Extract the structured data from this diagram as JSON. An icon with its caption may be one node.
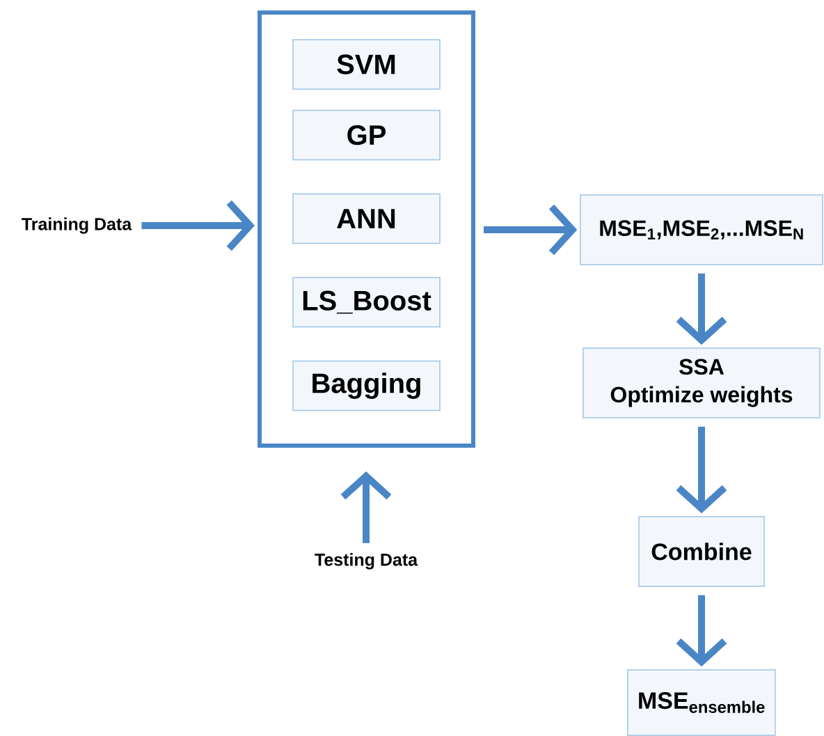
{
  "diagram": {
    "nodes": [
      {
        "text": [],
        "shape": "box"
      },
      {
        "text": [
          "SVM"
        ],
        "in": 0
      },
      {
        "text": [
          "GP"
        ],
        "in": 0
      },
      {
        "text": [
          "ANN"
        ],
        "in": 0
      },
      {
        "text": [
          "LS_Boost"
        ],
        "in": 0
      },
      {
        "text": [
          "Bagging"
        ],
        "in": 0
      },
      {
        "text": [
          "Training Data"
        ]
      },
      {
        "text": [
          "Testing Data"
        ]
      },
      {
        "text": [
          "MSE$_{1}$,MSE$_{2}$,...MSE$_{N}$"
        ]
      },
      {
        "text": [
          "SSA",
          "Optimize weights"
        ]
      },
      {
        "text": [
          "Combine"
        ]
      },
      {
        "text": [
          "MSE$_{ensemble}$"
        ]
      }
    ],
    "edges": [
      {
        "from": 6,
        "to": 0,
        "arrow": "to"
      },
      {
        "from": 7,
        "to": 0,
        "arrow": "to"
      },
      {
        "from": 0,
        "to": 8,
        "arrow": "to"
      },
      {
        "from": 8,
        "to": 9,
        "arrow": "to"
      },
      {
        "from": 9,
        "to": 10,
        "arrow": "to"
      },
      {
        "from": 10,
        "to": 11,
        "arrow": "to"
      }
    ]
  }
}
